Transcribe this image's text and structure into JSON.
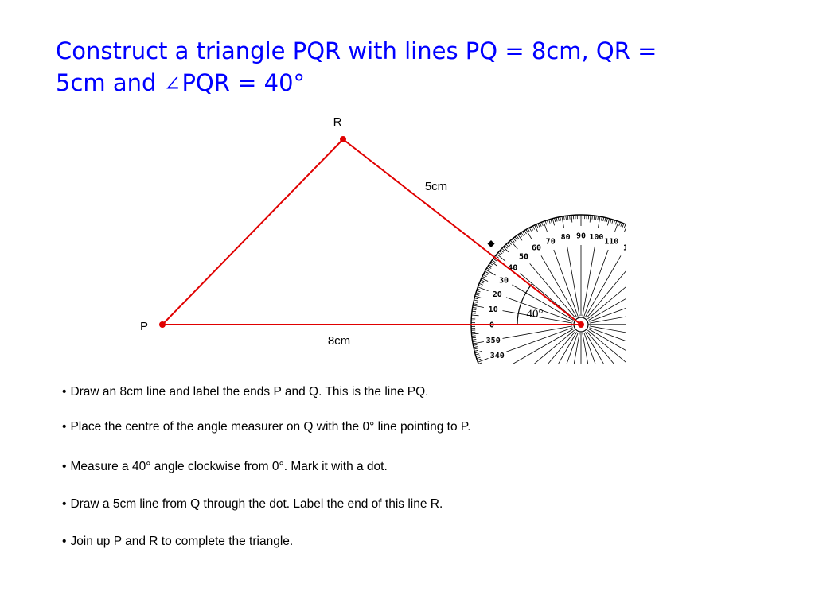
{
  "colors": {
    "title": "#0000ff",
    "triangle_line": "#e00000",
    "vertex_dot": "#e00000",
    "protractor_lines": "#000000",
    "text": "#000000"
  },
  "title": {
    "line1": "Construct a triangle PQR with lines PQ = 8cm, QR =",
    "line2_prefix": "5cm and ",
    "angle_icon": "angle-icon",
    "line2_suffix": "PQR = 40°"
  },
  "diagram": {
    "vertex_labels": {
      "p": "P",
      "r": "R"
    },
    "side_labels": {
      "pq": "8cm",
      "qr": "5cm"
    },
    "angle_label": "40°",
    "dot_marker_icon": "diamond-icon",
    "protractor_numbers": [
      "0",
      "10",
      "20",
      "30",
      "40",
      "50",
      "60",
      "70",
      "80",
      "90",
      "100",
      "110",
      "1",
      "350",
      "340"
    ]
  },
  "steps": [
    {
      "bullet": "•",
      "text": "Draw an 8cm line and label the ends P and Q. This is the line PQ."
    },
    {
      "bullet": "•",
      "text": "Place the centre of the angle measurer on Q with the 0° line pointing to P."
    },
    {
      "bullet": "•",
      "text": "Measure a 40° angle clockwise from 0°. Mark it with a dot."
    },
    {
      "bullet": "•",
      "text": "Draw a 5cm line from Q through the dot. Label the end of this line R."
    },
    {
      "bullet": "•",
      "text": "Join up P and R to complete the triangle."
    }
  ]
}
